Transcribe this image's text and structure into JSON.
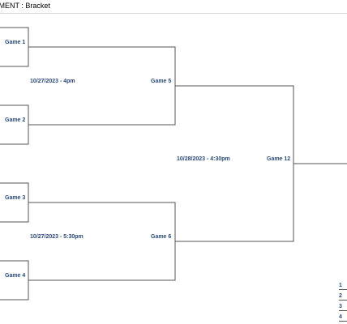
{
  "header": {
    "title": "NAMENT : Bracket"
  },
  "games": {
    "g1": "Game 1",
    "g2": "Game 2",
    "g3": "Game 3",
    "g4": "Game 4",
    "g5": "Game 5",
    "g6": "Game 6",
    "g12": "Game 12"
  },
  "dates": {
    "d1": "10/27/2023 - 4pm",
    "d2": "10/27/2023 - 5:30pm",
    "d3": "10/28/2023 - 4:30pm"
  },
  "seeds": [
    "1",
    "2",
    "3",
    "4"
  ]
}
